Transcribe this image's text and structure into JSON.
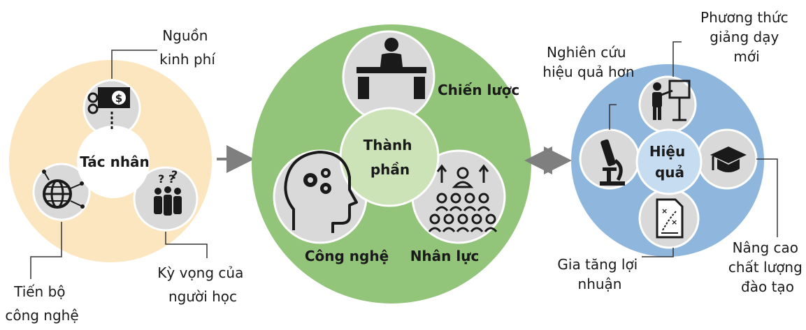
{
  "left": {
    "center": "Tác nhân",
    "funding": [
      "Nguồn",
      "kinh phí"
    ],
    "tech_progress": [
      "Tiến bộ",
      "công nghệ"
    ],
    "expectations": [
      "Kỳ vọng của",
      "người học"
    ]
  },
  "middle": {
    "center": [
      "Thành",
      "phần"
    ],
    "strategy": "Chiến lược",
    "technology": "Công nghệ",
    "human": "Nhân lực"
  },
  "right": {
    "center": [
      "Hiệu",
      "quả"
    ],
    "research": [
      "Nghiên cứu",
      "hiệu quả hơn"
    ],
    "teaching": [
      "Phương thức",
      "giảng dạy",
      "mới"
    ],
    "profit": [
      "Gia tăng lợi",
      "nhuận"
    ],
    "quality": [
      "Nâng cao",
      "chất lượng",
      "đào tạo"
    ]
  },
  "colors": {
    "left_bg": "#fbe6bf",
    "middle_bg": "#92c47a",
    "right_bg": "#8fb7de",
    "satellite": "#d9d9d9",
    "middle_center": "#cbe3b6",
    "right_center": "#c6dcf1",
    "arrow": "#7f7f7f"
  }
}
